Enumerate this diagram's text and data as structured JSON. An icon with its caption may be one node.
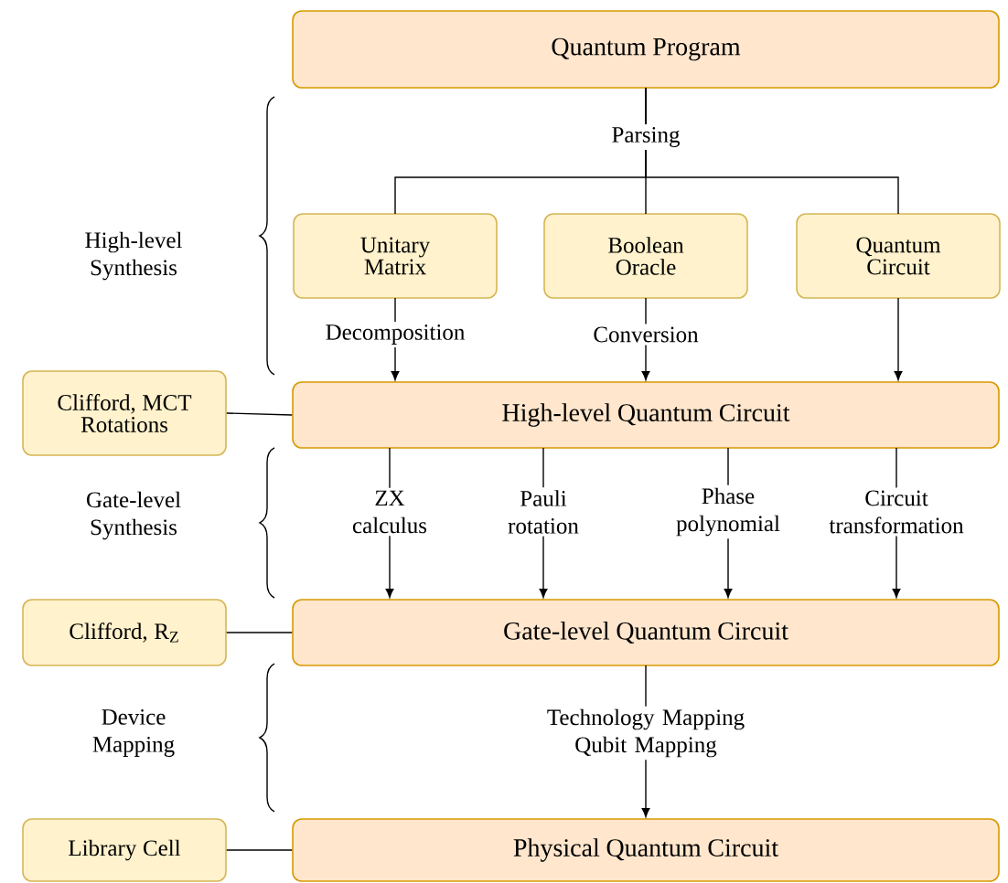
{
  "diagram": {
    "nodes": [
      {
        "text": [
          "Quantum Program"
        ]
      },
      {
        "text": [
          "Unitary Matrix"
        ]
      },
      {
        "text": [
          "Boolean Oracle"
        ]
      },
      {
        "text": [
          "Quantum Circuit"
        ]
      },
      {
        "text": [
          "High-level Quantum Circuit"
        ]
      },
      {
        "text": [
          "Clifford, MCT Rotations"
        ]
      },
      {
        "text": [
          "Gate-level Quantum Circuit"
        ]
      },
      {
        "text": [
          "Clifford, R$_{Z}$"
        ]
      },
      {
        "text": [
          "Physical Quantum Circuit"
        ]
      },
      {
        "text": [
          "Library Cell"
        ]
      }
    ],
    "edges": [
      {
        "from": 0,
        "to": 1,
        "arrow": "none"
      },
      {
        "from": 0,
        "to": 2,
        "arrow": "none",
        "label": "Parsing"
      },
      {
        "from": 0,
        "to": 3,
        "arrow": "none"
      },
      {
        "from": 1,
        "to": 4,
        "arrow": "to",
        "label": "Decomposition"
      },
      {
        "from": 2,
        "to": 4,
        "arrow": "to",
        "label": "Conversion"
      },
      {
        "from": 3,
        "to": 4,
        "arrow": "to"
      },
      {
        "from": 5,
        "to": 4,
        "arrow": "none"
      },
      {
        "from": 4,
        "to": 6,
        "arrow": "to",
        "label": "ZX calculus"
      },
      {
        "from": 4,
        "to": 6,
        "arrow": "to",
        "label": "Pauli rotation"
      },
      {
        "from": 4,
        "to": 6,
        "arrow": "to",
        "label": "Phase polynomial"
      },
      {
        "from": 4,
        "to": 6,
        "arrow": "to",
        "label": "Circuit transformation"
      },
      {
        "from": 7,
        "to": 6,
        "arrow": "none"
      },
      {
        "from": 6,
        "to": 8,
        "arrow": "to",
        "label": "Technology Mapping Qubit Mapping"
      },
      {
        "from": 9,
        "to": 8,
        "arrow": "none"
      }
    ],
    "labels": [
      "High-level Synthesis",
      "Gate-level Synthesis",
      "Device Mapping"
    ]
  }
}
